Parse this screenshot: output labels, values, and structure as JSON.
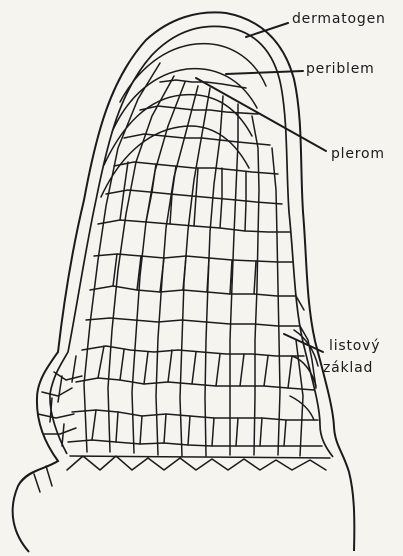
{
  "figure": {
    "labels": {
      "dermatogen": "dermatogen",
      "periblem": "periblem",
      "plerom": "plerom",
      "listovy": "listový",
      "zaklad": "základ"
    },
    "colors": {
      "paper": "#f6f4ef",
      "ink": "#1b1b1b"
    }
  }
}
